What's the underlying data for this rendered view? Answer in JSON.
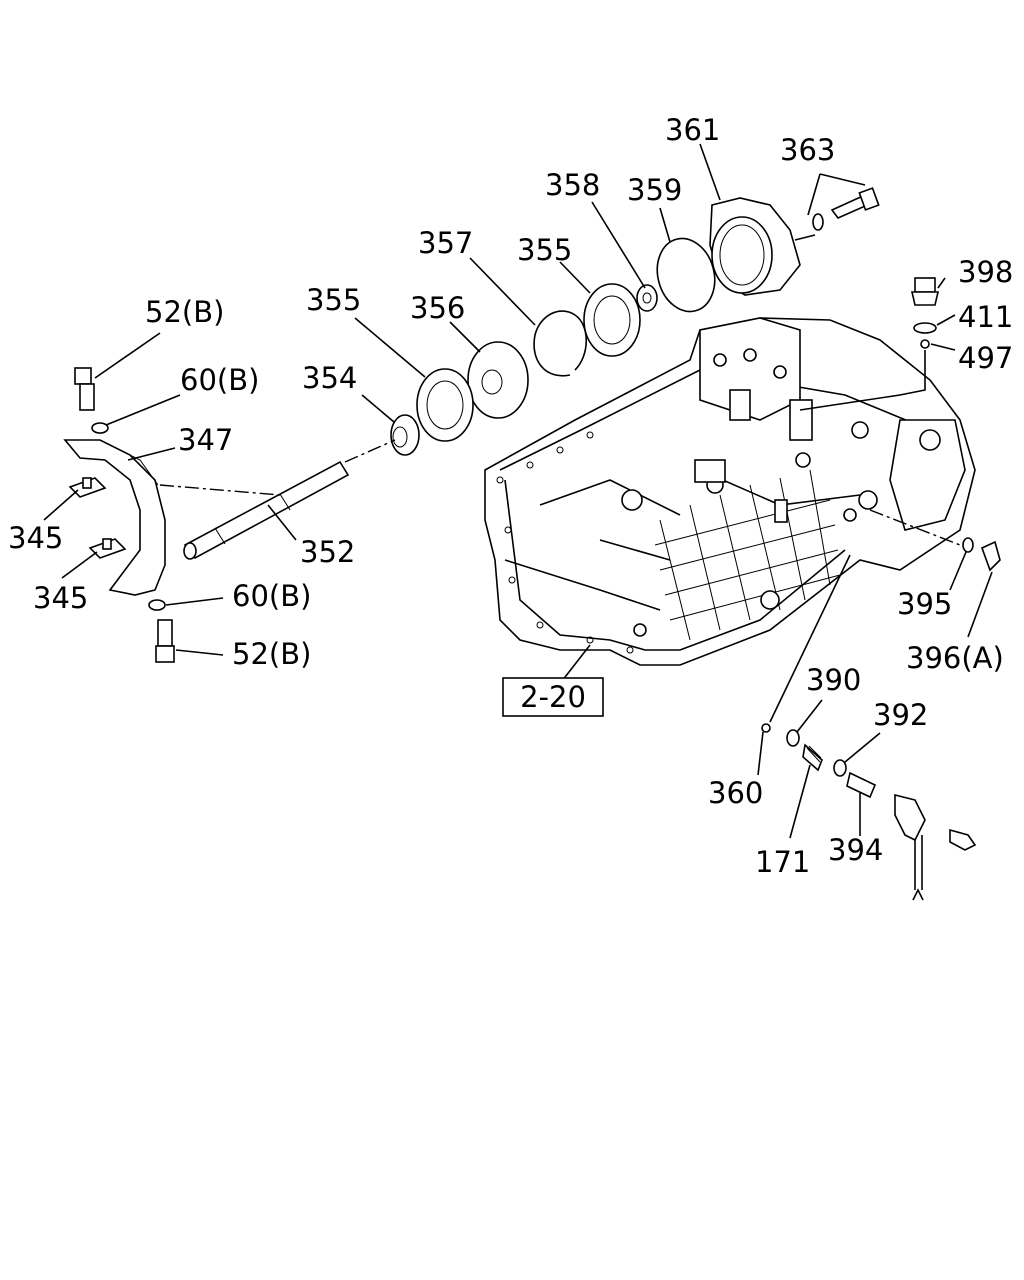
{
  "labels": {
    "p361": "361",
    "p363": "363",
    "p358": "358",
    "p359": "359",
    "p357": "357",
    "p355a": "355",
    "p355b": "355",
    "p356": "356",
    "p354": "354",
    "p398": "398",
    "p411": "411",
    "p497": "497",
    "p52b_top": "52(B)",
    "p60b_top": "60(B)",
    "p347": "347",
    "p345a": "345",
    "p345b": "345",
    "p352": "352",
    "p60b_bot": "60(B)",
    "p52b_bot": "52(B)",
    "p395": "395",
    "p396a": "396(A)",
    "p390": "390",
    "p392": "392",
    "p360": "360",
    "p171": "171",
    "p394": "394"
  },
  "reference_box": "2-20"
}
